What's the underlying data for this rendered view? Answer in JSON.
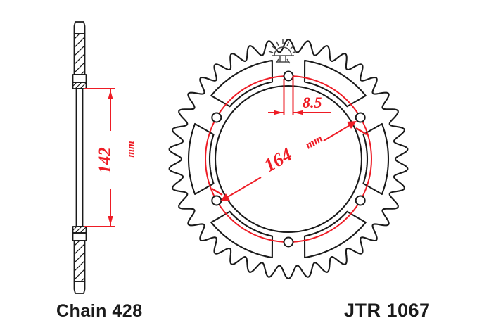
{
  "drawing": {
    "type": "technical-drawing",
    "subject": "motorcycle rear sprocket",
    "background_color": "#ffffff",
    "line_color": "#1a1a1a",
    "dimension_color": "#ee1c25",
    "views": {
      "section": {
        "name": "cross-section side view",
        "position": "left"
      },
      "face": {
        "name": "front face view",
        "position": "right"
      }
    }
  },
  "dimensions": {
    "outer_width": {
      "value": "142",
      "unit": "mm",
      "display": "142 mm",
      "description": "bolt circle height on section view",
      "orientation": "vertical"
    },
    "bolt_circle": {
      "value": "164",
      "unit": "mm",
      "display": "164 mm",
      "description": "pitch circle diameter",
      "orientation": "diagonal"
    },
    "bolt_hole": {
      "value": "8.5",
      "unit": "",
      "display": "8.5",
      "description": "bolt hole diameter",
      "orientation": "horizontal"
    }
  },
  "labels": {
    "chain": "Chain 428",
    "part_number": "JTR 1067"
  },
  "sprocket": {
    "tooth_count": 38,
    "bolt_hole_count": 6,
    "cutout_count": 6,
    "logo": "sunrise-icon"
  },
  "colors": {
    "outline": "#1a1a1a",
    "dimension_red": "#ee1c25",
    "text_black": "#1a1a1a",
    "background": "#ffffff"
  }
}
